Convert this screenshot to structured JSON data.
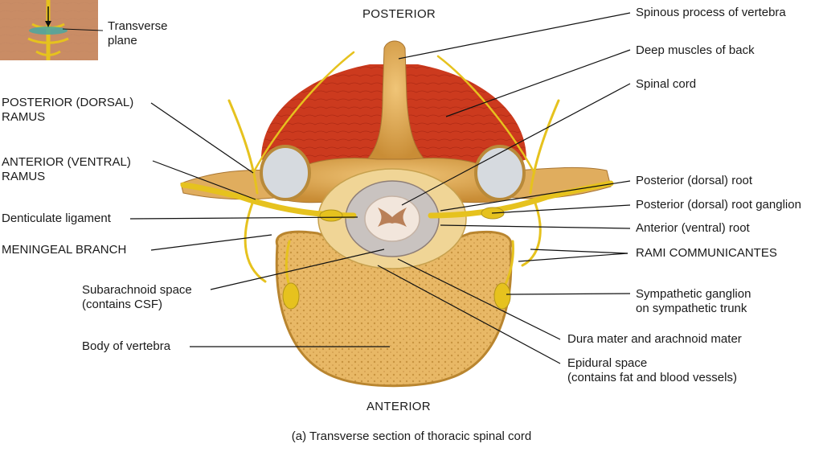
{
  "orientation": {
    "top": "POSTERIOR",
    "bottom": "ANTERIOR"
  },
  "caption": "(a) Transverse section of thoracic spinal cord",
  "inset": {
    "label_line1": "Transverse",
    "label_line2": "plane"
  },
  "labels_left": [
    {
      "line1": "POSTERIOR (DORSAL)",
      "line2": "RAMUS"
    },
    {
      "line1": "ANTERIOR (VENTRAL)",
      "line2": "RAMUS"
    },
    {
      "line1": "Denticulate ligament",
      "line2": ""
    },
    {
      "line1": "MENINGEAL BRANCH",
      "line2": ""
    },
    {
      "line1": "Subarachnoid space",
      "line2": "(contains CSF)"
    },
    {
      "line1": "Body of vertebra",
      "line2": ""
    }
  ],
  "labels_right": [
    {
      "line1": "Spinous process of vertebra",
      "line2": ""
    },
    {
      "line1": "Deep muscles of back",
      "line2": ""
    },
    {
      "line1": "Spinal cord",
      "line2": ""
    },
    {
      "line1": "Posterior (dorsal) root",
      "line2": ""
    },
    {
      "line1": "Posterior (dorsal) root ganglion",
      "line2": ""
    },
    {
      "line1": "Anterior (ventral) root",
      "line2": ""
    },
    {
      "line1": "RAMI COMMUNICANTES",
      "line2": ""
    },
    {
      "line1": "Sympathetic ganglion",
      "line2": "on sympathetic trunk"
    },
    {
      "line1": "Dura mater and arachnoid mater",
      "line2": ""
    },
    {
      "line1": "Epidural space",
      "line2": "(contains fat and blood vessels)"
    }
  ],
  "colors": {
    "bone": "#e3b060",
    "bone_dark": "#b9852f",
    "muscle": "#cc3a1e",
    "nerve": "#e6c21e",
    "cartilage": "#c8cdd3",
    "cord_white": "#f2e6dc",
    "cord_gray": "#b98058",
    "leader": "#111111"
  }
}
